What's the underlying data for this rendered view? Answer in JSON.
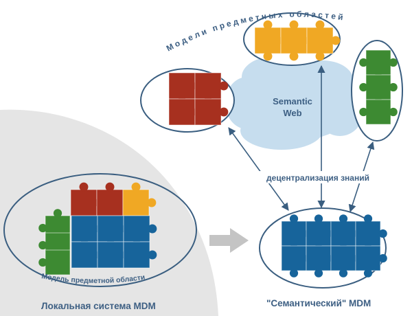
{
  "labels": {
    "top_arc": "Модели предметных областей",
    "semantic_web_line1": "Semantic",
    "semantic_web_line2": "Web",
    "decentralization": "децентрализация знаний",
    "inner_arc": "Модель предметной области",
    "left_caption": "Локальная система MDM",
    "right_caption": "\"Семантический\" MDM"
  },
  "colors": {
    "red": "#a7301f",
    "orange": "#f0a824",
    "green": "#3d8a32",
    "blue": "#17649b",
    "outline": "#3a5e80",
    "cloud": "#c6ddee",
    "gray_area": "#e5e5e5",
    "arrow_gray": "#c4c4c4",
    "text": "#3d5f83"
  },
  "icons": {
    "puzzle_piece": "puzzle-piece-icon",
    "cloud": "cloud-icon",
    "arrow": "right-arrow-icon"
  }
}
